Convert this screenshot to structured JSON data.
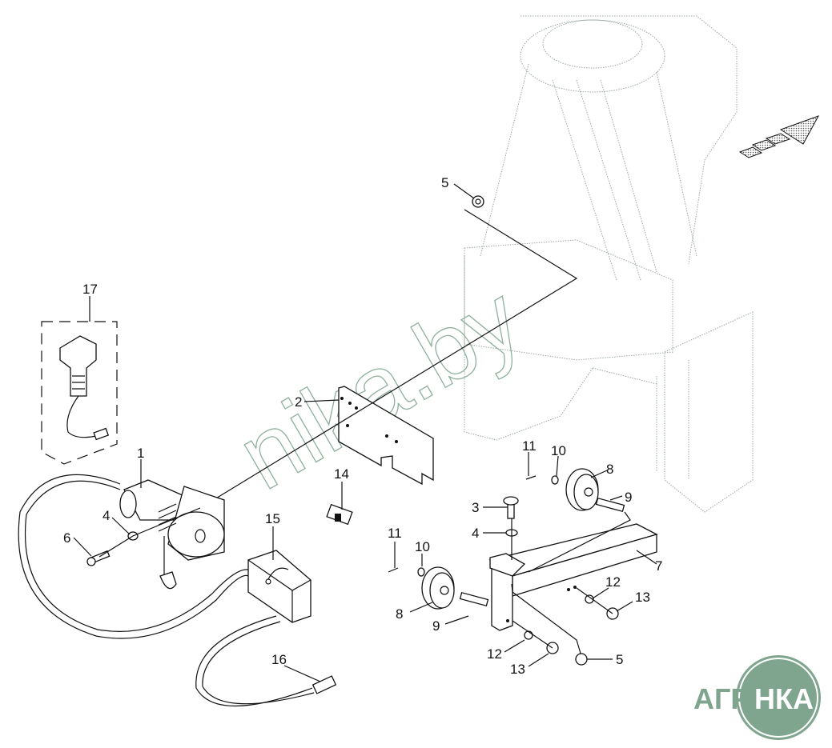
{
  "diagram": {
    "type": "exploded-parts-diagram",
    "watermark": "nika.by",
    "logo": {
      "left": "АГРО",
      "right": "НКА",
      "color": "#7fa58e"
    },
    "direction_arrow": "forward-direction-arrow",
    "callouts": [
      {
        "id": "c1",
        "label": "1",
        "part": "winch"
      },
      {
        "id": "c2",
        "label": "2",
        "part": "mounting-plate"
      },
      {
        "id": "c3",
        "label": "3",
        "part": "bolt"
      },
      {
        "id": "c4a",
        "label": "4",
        "part": "washer"
      },
      {
        "id": "c4b",
        "label": "4",
        "part": "washer"
      },
      {
        "id": "c5a",
        "label": "5",
        "part": "nut"
      },
      {
        "id": "c5b",
        "label": "5",
        "part": "nut"
      },
      {
        "id": "c6",
        "label": "6",
        "part": "bolt"
      },
      {
        "id": "c7",
        "label": "7",
        "part": "support-bar"
      },
      {
        "id": "c8a",
        "label": "8",
        "part": "pulley"
      },
      {
        "id": "c8b",
        "label": "8",
        "part": "pulley"
      },
      {
        "id": "c9a",
        "label": "9",
        "part": "axle"
      },
      {
        "id": "c9b",
        "label": "9",
        "part": "axle"
      },
      {
        "id": "c10a",
        "label": "10",
        "part": "washer"
      },
      {
        "id": "c10b",
        "label": "10",
        "part": "washer"
      },
      {
        "id": "c11a",
        "label": "11",
        "part": "cotter-pin"
      },
      {
        "id": "c11b",
        "label": "11",
        "part": "cotter-pin"
      },
      {
        "id": "c12a",
        "label": "12",
        "part": "washer"
      },
      {
        "id": "c12b",
        "label": "12",
        "part": "washer"
      },
      {
        "id": "c13a",
        "label": "13",
        "part": "nut"
      },
      {
        "id": "c13b",
        "label": "13",
        "part": "nut"
      },
      {
        "id": "c14",
        "label": "14",
        "part": "switch"
      },
      {
        "id": "c15",
        "label": "15",
        "part": "control-box"
      },
      {
        "id": "c16",
        "label": "16",
        "part": "plug"
      },
      {
        "id": "c17",
        "label": "17",
        "part": "remote-control"
      }
    ]
  }
}
